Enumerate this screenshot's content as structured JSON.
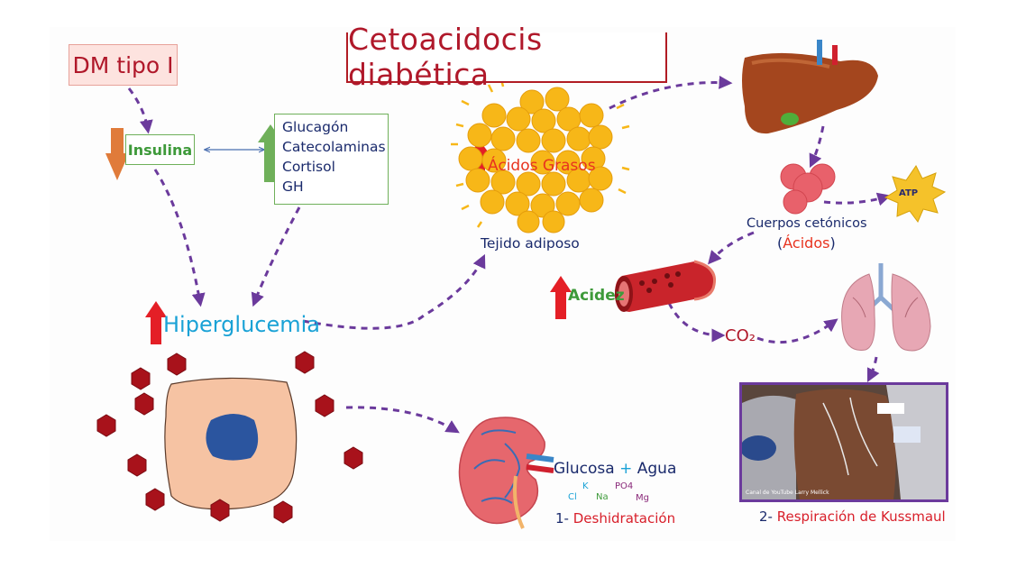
{
  "diagram": {
    "title": "Cetoacidocis diabética",
    "dm_label": "DM tipo I",
    "insulina": "Insulina",
    "hormonas": [
      "Glucagón",
      "Catecolaminas",
      "Cortisol",
      "GH"
    ],
    "hiperglucemia": "Hiperglucemia",
    "acidos_grasos": "Ácidos Grasos",
    "tejido_adiposo": "Tejido adiposo",
    "cuerpos_cetonicos": "Cuerpos cetónicos",
    "acidos_paren_open": "(",
    "acidos_word": "Ácidos",
    "acidos_paren_close": ")",
    "atp": "ATP",
    "acidez": "Acidez",
    "co2": "CO₂",
    "glucosa": "Glucosa",
    "plus": "+",
    "agua": "Agua",
    "ions": {
      "k": "K",
      "po4": "PO4",
      "cl": "Cl",
      "na": "Na",
      "mg": "Mg"
    },
    "deshid_num": "1-",
    "deshid_text": "Deshidratación",
    "kuss_num": "2-",
    "kuss_text": "Respiración de Kussmaul",
    "photo_caption": "Canal de YouTube Larry Mellick"
  },
  "colors": {
    "title_red": "#b0182a",
    "arrow_purple": "#6b3a9c",
    "up_arrow_red": "#e41f26",
    "green": "#6fb05a",
    "orange": "#e07b3a",
    "fat_yellow": "#f7b718",
    "text_navy": "#1a2a6c",
    "hiper_blue": "#1aa2d6",
    "hexagon_red": "#a8121b",
    "cell_skin": "#f6c3a3",
    "nucleus_blue": "#2b559f",
    "liver_brown": "#a4461e",
    "ketone_pink": "#e8616b",
    "atp_yellow": "#f5c22a"
  }
}
